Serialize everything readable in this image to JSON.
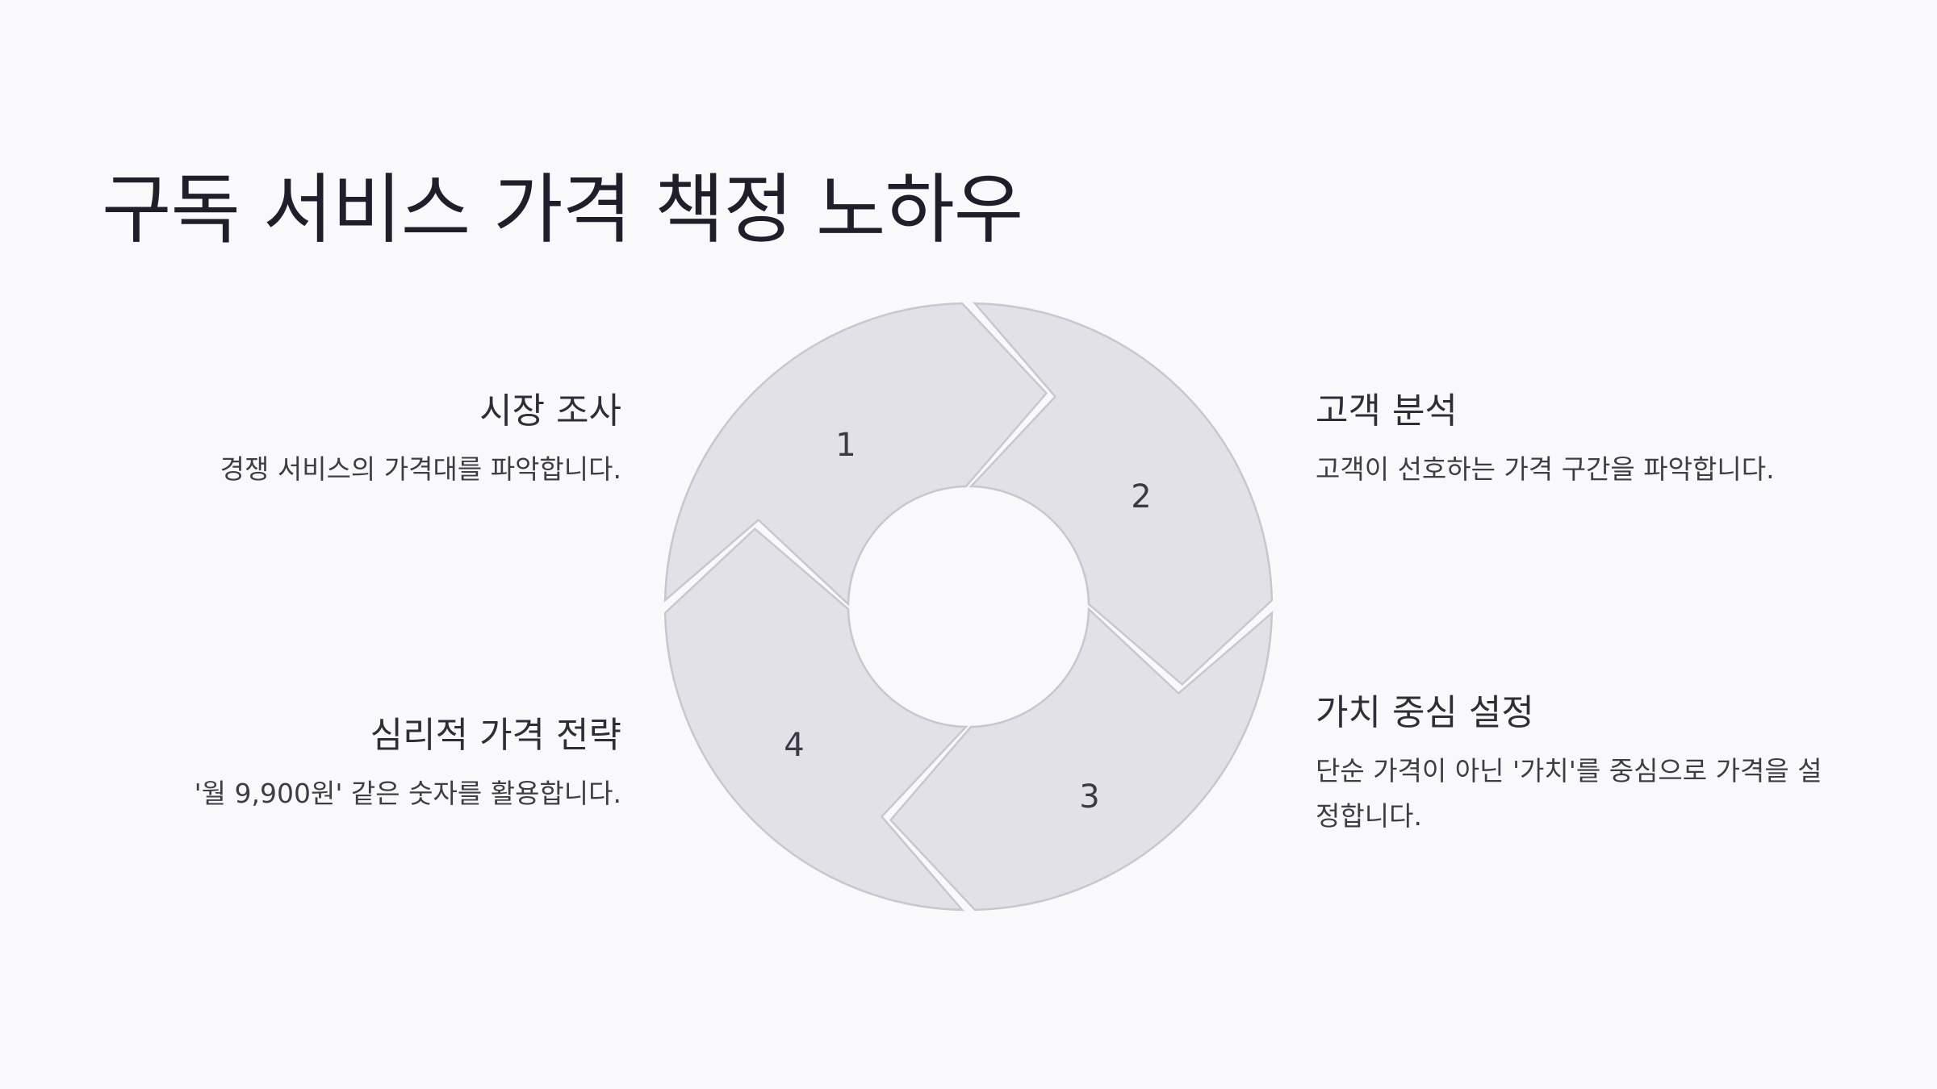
{
  "title": "구독 서비스 가격 책정 노하우",
  "colors": {
    "background": "#f9f9fb",
    "segment_fill": "#e1e1e7",
    "segment_stroke": "#c7c7cf",
    "text": "#2b2b36"
  },
  "steps": [
    {
      "number": "1",
      "title": "시장 조사",
      "description": "경쟁 서비스의 가격대를 파악합니다."
    },
    {
      "number": "2",
      "title": "고객 분석",
      "description": "고객이 선호하는 가격 구간을 파악합니다."
    },
    {
      "number": "3",
      "title": "가치 중심 설정",
      "description": "단순 가격이 아닌 '가치'를 중심으로 가격을 설정합니다."
    },
    {
      "number": "4",
      "title": "심리적 가격 전략",
      "description": "'월 9,900원' 같은 숫자를 활용합니다."
    }
  ]
}
